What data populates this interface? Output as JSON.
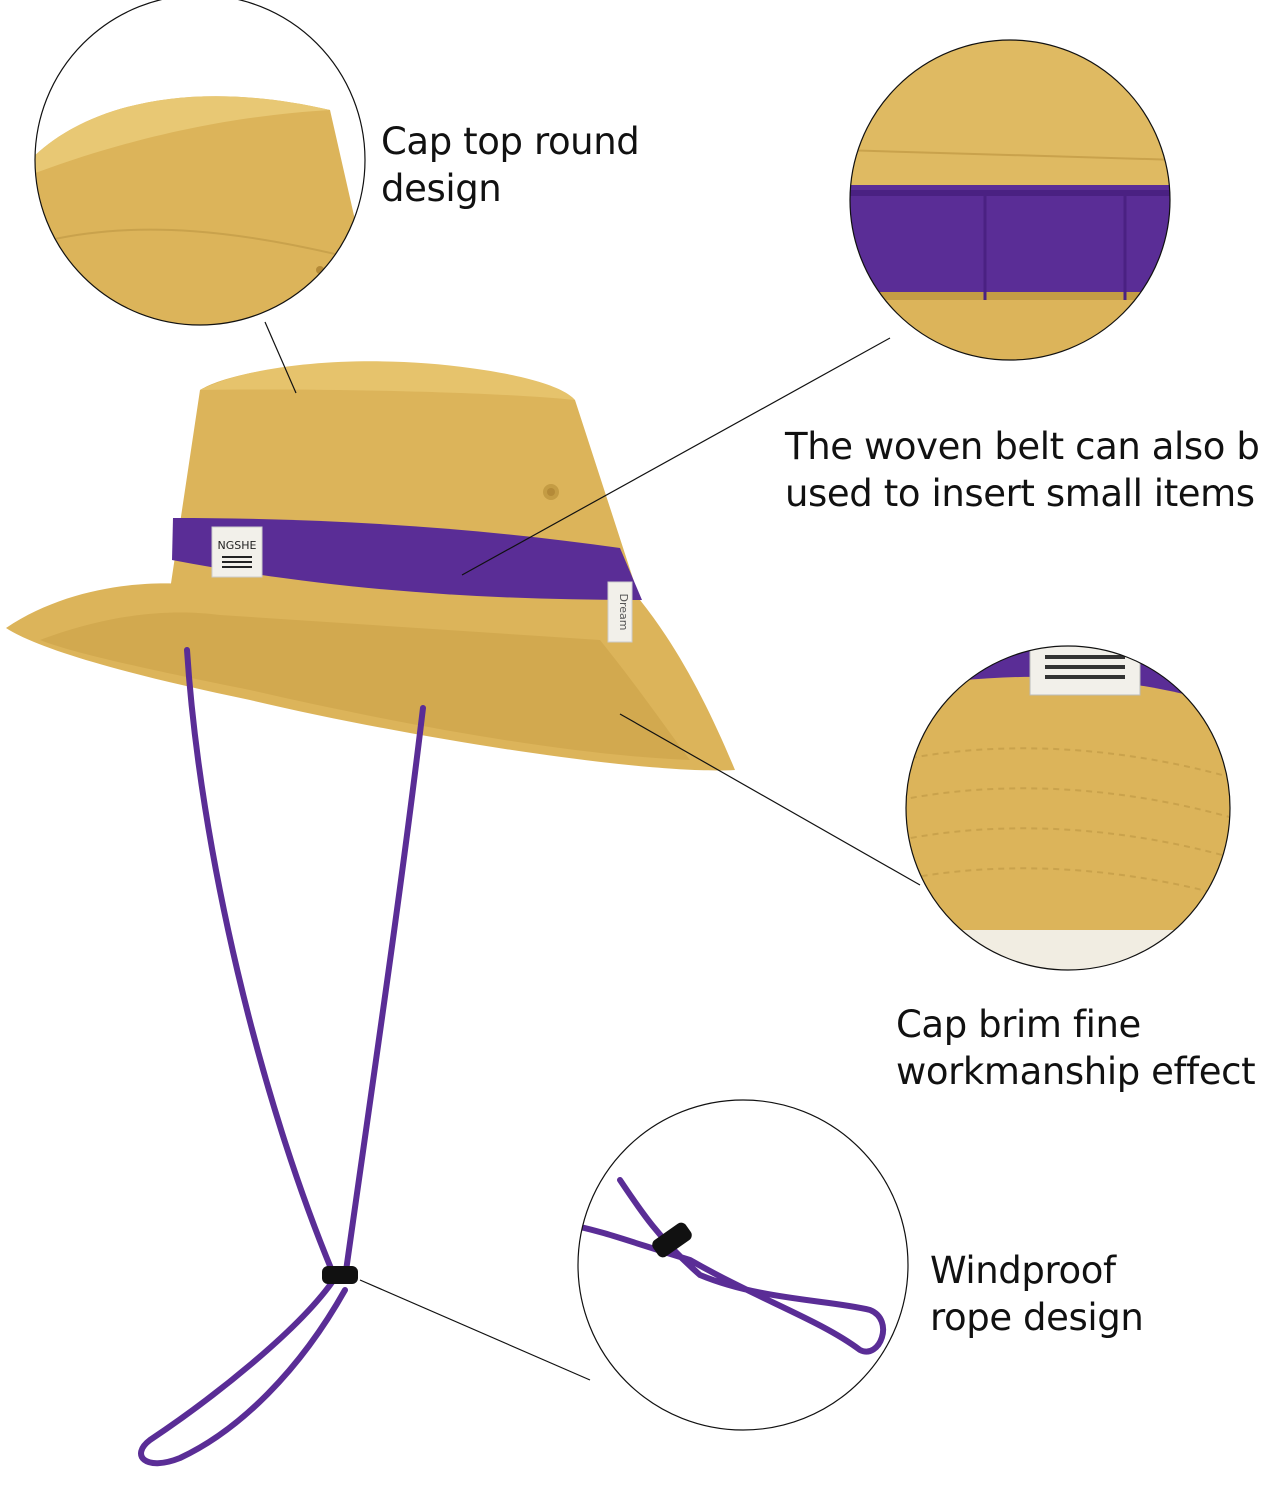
{
  "colors": {
    "hat": "#dcb45a",
    "hat_shadow": "#c49c44",
    "band": "#5a2d96",
    "cord": "#5a2d96",
    "outline": "#111111"
  },
  "product": {
    "label_text": "NGSHE",
    "side_tag_text": "Dream"
  },
  "callouts": {
    "cap_top": {
      "line1": "Cap top round",
      "line2": "design"
    },
    "woven_belt": {
      "line1": "The woven belt can also be",
      "line2": "used to insert small items"
    },
    "cap_brim": {
      "line1": "Cap brim fine",
      "line2": "workmanship effect"
    },
    "rope": {
      "line1": "Windproof",
      "line2": "rope design"
    }
  }
}
